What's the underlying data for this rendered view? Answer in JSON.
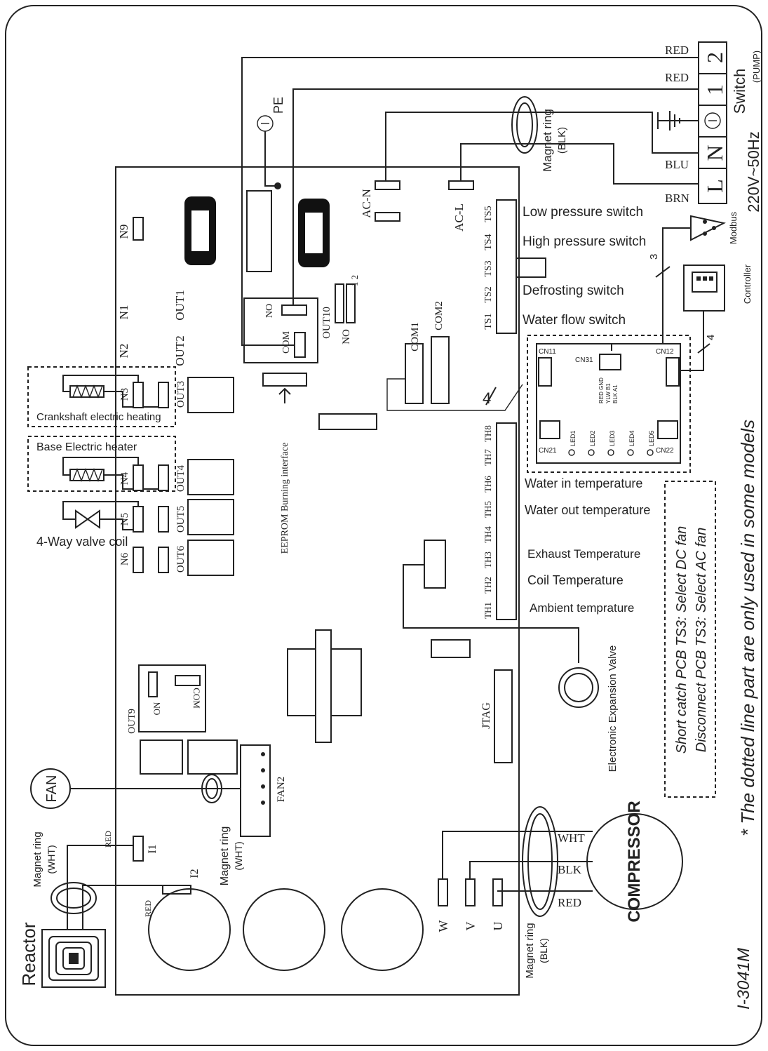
{
  "header": {
    "switch_label": "Switch",
    "pump_label": "(PUMP)",
    "power_label": "220V~50Hz",
    "term_l": "L",
    "term_n": "N",
    "term_1": "1",
    "term_2": "2"
  },
  "wires": {
    "red1": "RED",
    "red2": "RED",
    "blu": "BLU",
    "brn": "BRN",
    "wht": "WHT",
    "blk": "BLK",
    "red3": "RED",
    "red4": "RED",
    "red5": "RED"
  },
  "pe_label": "PE",
  "magnet_rings": {
    "top_line1": "Magnet ring",
    "top_line2": "(BLK)",
    "fan_line1": "Magnet ring",
    "fan_line2": "(WHT)",
    "reactor_line1": "Magnet ring",
    "reactor_line2": "(WHT)",
    "comp_line1": "Magnet ring",
    "comp_line2": "(BLK)"
  },
  "board": {
    "ac_n": "AC-N",
    "ac_l": "AC-L",
    "n9": "N9",
    "n1": "N1",
    "n2": "N2",
    "n3": "N3",
    "n4": "N4",
    "n5": "N5",
    "n6": "N6",
    "out1": "OUT1",
    "out2": "OUT2",
    "out3": "OUT3",
    "out4": "OUT4",
    "out5": "OUT5",
    "out6": "OUT6",
    "out9": "OUT9",
    "out10": "OUT10",
    "relay_no": "NO",
    "relay_com": "COM",
    "out10_no": "NO",
    "out10_12": "1 2",
    "out9_on": "ON",
    "out9_com": "COM",
    "com1": "COM1",
    "com2": "COM2",
    "eeprom": "EEPROM Burning interface",
    "jtag": "JTAG",
    "fan2": "FAN2",
    "i1": "I1",
    "i2": "I2",
    "w": "W",
    "v": "V",
    "u": "U",
    "ts": [
      "TS5",
      "TS4",
      "TS3",
      "TS2",
      "TS1"
    ],
    "th": [
      "TH8",
      "TH7",
      "TH6",
      "TH5",
      "TH4",
      "TH3",
      "TH2",
      "TH1"
    ],
    "four": "4"
  },
  "switch_labels": [
    "Low pressure switch",
    "High pressure switch",
    "Defrosting  switch",
    "Water flow switch"
  ],
  "temp_labels": [
    "Water in temperature",
    "Water out temperature",
    "Exhaust Temperature",
    "Coil Temperature",
    "Ambient temprature"
  ],
  "loads": {
    "crankshaft": "Crankshaft electric heating",
    "base_heater": "Base Electric heater",
    "valve": "4-Way valve coil",
    "fan": "FAN",
    "reactor": "Reactor",
    "compressor": "COMPRESSOR",
    "eev": "Electronic Expansion Valve"
  },
  "sub_pcb": {
    "cn11": "CN11",
    "cn31": "CN31",
    "cn12": "CN12",
    "cn21": "CN21",
    "cn22": "CN22",
    "leds": [
      "LED1",
      "LED2",
      "LED3",
      "LED4",
      "LED5"
    ],
    "pin_labels": [
      "RED GND",
      "YLW B1",
      "BLK A1"
    ]
  },
  "comm": {
    "modbus": "Modbus",
    "controller": "Controller",
    "count3": "3",
    "count4": "4"
  },
  "notes": {
    "short_catch": "Short catch PCB  TS3: Select DC fan",
    "disconnect": "Disconnect PCB TS3: Select  AC fan",
    "dotted": "* The dotted line part are only used in some models",
    "model": "I-3041M"
  }
}
